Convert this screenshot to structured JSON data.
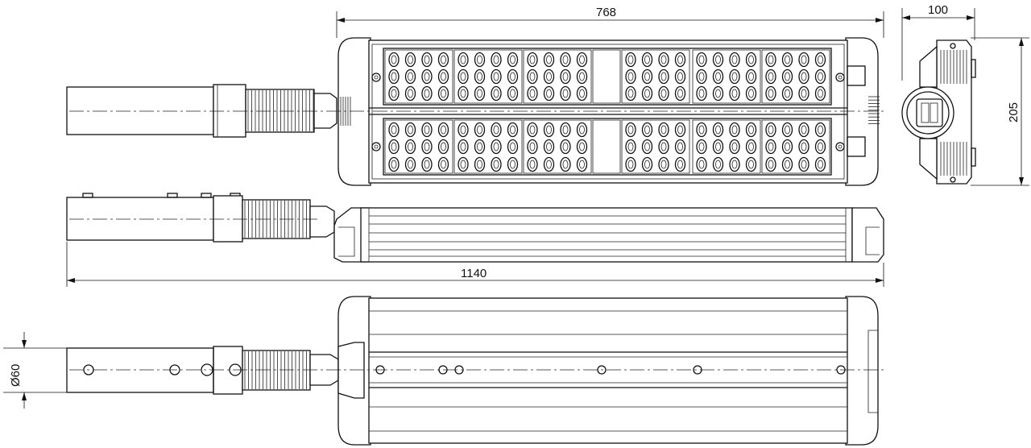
{
  "dimensions": {
    "top_length": "768",
    "end_width": "100",
    "end_height": "205",
    "overall_length": "1140",
    "pipe_diameter": "Ø60"
  }
}
